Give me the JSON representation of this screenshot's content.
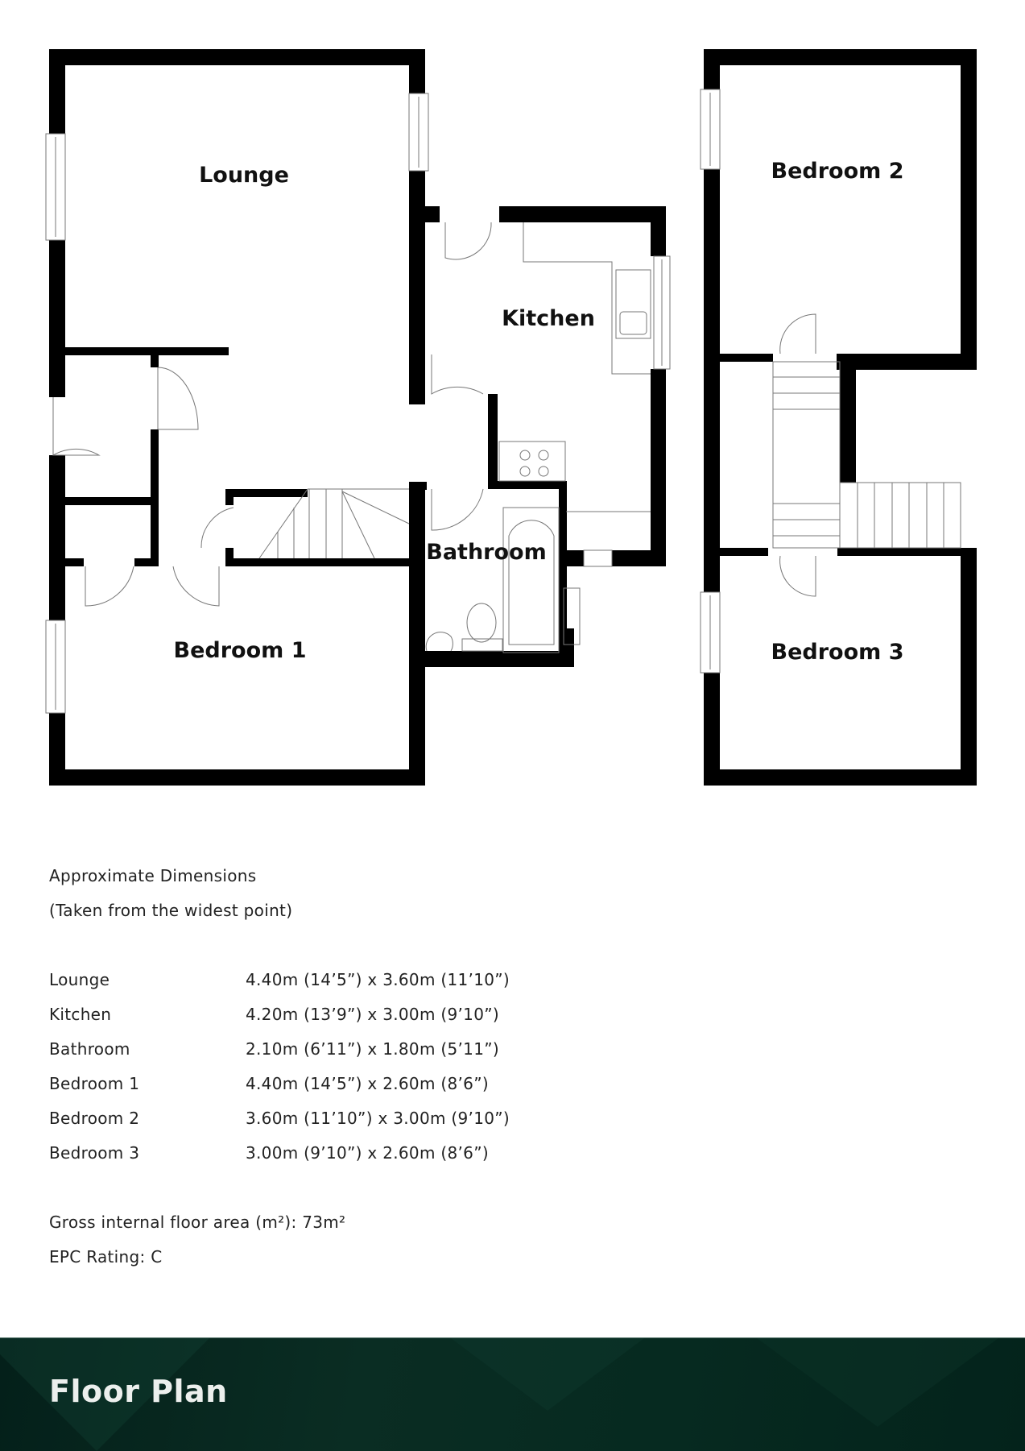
{
  "floor_plan": {
    "ground_floor": {
      "rooms": [
        {
          "label": "Lounge"
        },
        {
          "label": "Kitchen"
        },
        {
          "label": "Bathroom"
        },
        {
          "label": "Bedroom 1"
        }
      ]
    },
    "upper_floor": {
      "rooms": [
        {
          "label": "Bedroom 2"
        },
        {
          "label": "Bedroom 3"
        }
      ]
    },
    "colors": {
      "wall": "#000000",
      "fixture_line": "#777777",
      "background": "#ffffff"
    }
  },
  "dimensions": {
    "heading": "Approximate Dimensions",
    "subheading": "(Taken from the widest point)",
    "rows": [
      {
        "room": "Lounge",
        "size": "4.40m (14’5”) x 3.60m (11’10”)"
      },
      {
        "room": "Kitchen",
        "size": "4.20m (13’9”) x 3.00m (9’10”)"
      },
      {
        "room": "Bathroom",
        "size": "2.10m (6’11”) x 1.80m (5’11”)"
      },
      {
        "room": "Bedroom 1",
        "size": "4.40m (14’5”) x 2.60m (8’6”)"
      },
      {
        "room": "Bedroom 2",
        "size": "3.60m (11’10”) x 3.00m (9’10”)"
      },
      {
        "room": "Bedroom 3",
        "size": "3.00m (9’10”) x 2.60m (8’6”)"
      }
    ],
    "gross_area": "Gross internal floor area (m²): 73m²",
    "epc": "EPC Rating: C"
  },
  "footer": {
    "title": "Floor Plan",
    "background": "#05271e"
  }
}
